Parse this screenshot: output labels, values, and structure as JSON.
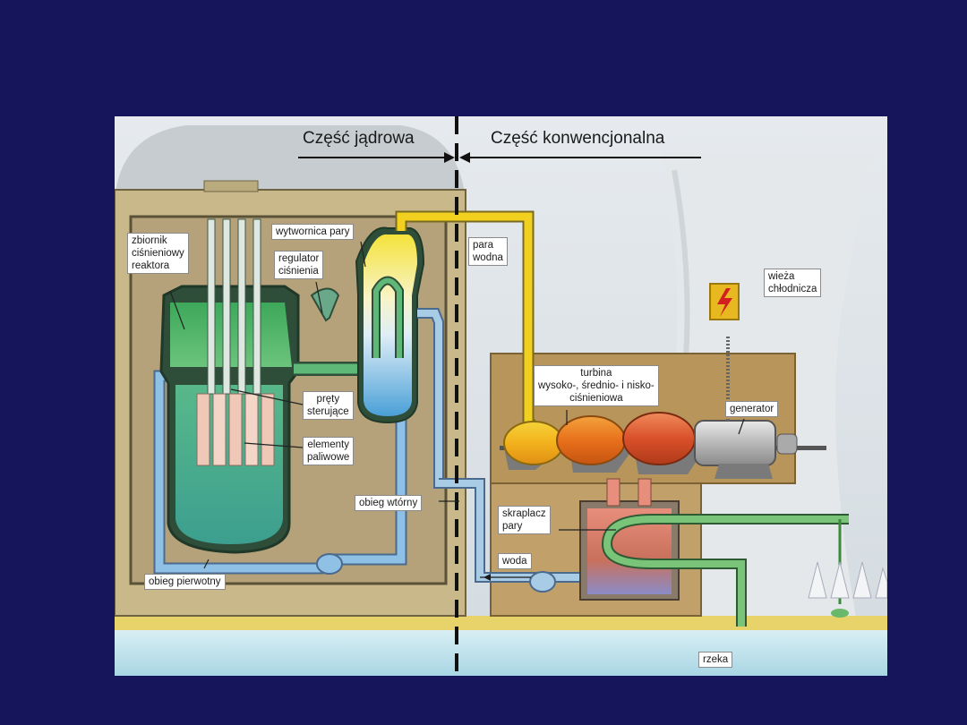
{
  "header": {
    "nuclear_part": "Część jądrowa",
    "conventional_part": "Część konwencjonalna"
  },
  "labels": {
    "pressure_vessel": "zbiornik\nciśnieniowy\nreaktora",
    "steam_generator": "wytwornica pary",
    "pressure_regulator": "regulator\nciśnienia",
    "steam_water": "para\nwodna",
    "cooling_tower": "wieża\nchłodnicza",
    "control_rods": "pręty\nsterujące",
    "fuel_elements": "elementy\npaliwowe",
    "turbine": "turbina\nwysoko-, średnio- i nisko-\nciśnieniowa",
    "generator": "generator",
    "secondary_loop": "obieg wtórny",
    "condenser": "skraplacz\npary",
    "water": "woda",
    "primary_loop": "obieg pierwotny",
    "river": "rzeka"
  },
  "colors": {
    "slide_background": "#16145a",
    "primary_coolant": "#4fb3a2",
    "secondary_water": "#8fc0e6",
    "steam": "#f2d020",
    "building": "#c9b98a",
    "turbine_building": "#b8955a",
    "river": "#bfe3ee"
  },
  "icons": [
    "high-voltage-icon"
  ]
}
